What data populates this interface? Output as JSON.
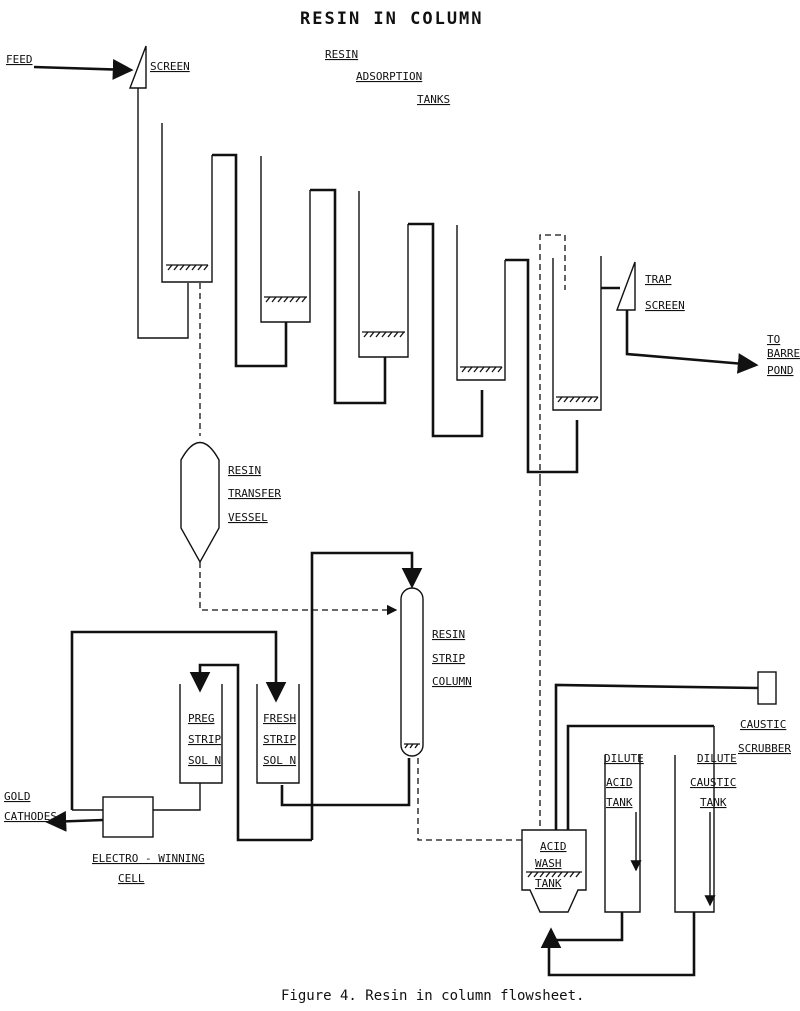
{
  "title": "RESIN IN COLUMN",
  "caption": "Figure 4.  Resin in column flowsheet.",
  "labels": {
    "feed": "FEED",
    "screen": "SCREEN",
    "resin_adsorption_tanks": [
      "RESIN",
      "ADSORPTION",
      "TANKS"
    ],
    "trap_screen": [
      "TRAP",
      "SCREEN"
    ],
    "to_barren_pond": [
      "TO",
      "BARREN",
      "POND"
    ],
    "resin_transfer_vessel": [
      "RESIN",
      "TRANSFER",
      "VESSEL"
    ],
    "resin_strip_column": [
      "RESIN",
      "STRIP",
      "COLUMN"
    ],
    "preg_strip_sol": [
      "PREG",
      "STRIP",
      "SOL N"
    ],
    "fresh_strip_sol": [
      "FRESH",
      "STRIP",
      "SOL N"
    ],
    "gold_cathodes": [
      "GOLD",
      "CATHODES"
    ],
    "electro_winning_cell": [
      "ELECTRO - WINNING",
      "CELL"
    ],
    "caustic_scrubber": [
      "CAUSTIC",
      "SCRUBBER"
    ],
    "acid_wash_tank": [
      "ACID",
      "WASH",
      "TANK"
    ],
    "dilute_acid_tank": [
      "DILUTE",
      "ACID",
      "TANK"
    ],
    "dilute_caustic_tank": [
      "DILUTE",
      "CAUSTIC",
      "TANK"
    ]
  }
}
